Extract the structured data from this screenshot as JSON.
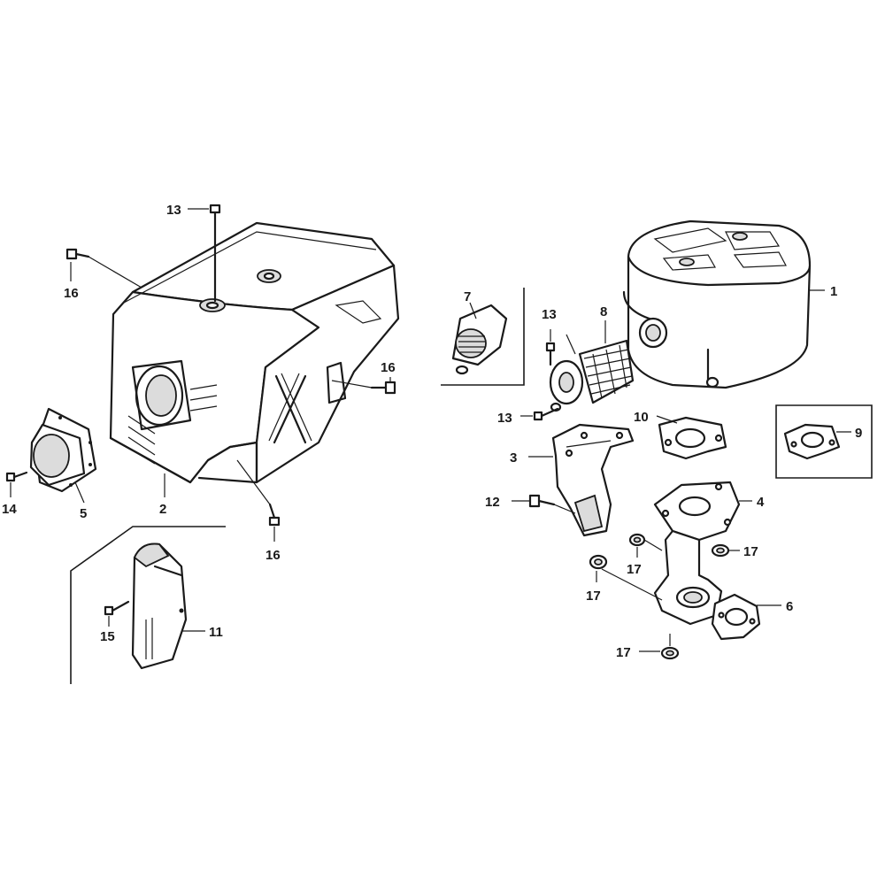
{
  "callouts": {
    "c1": "1",
    "c2": "2",
    "c3": "3",
    "c4": "4",
    "c5": "5",
    "c6": "6",
    "c7": "7",
    "c8": "8",
    "c9": "9",
    "c10": "10",
    "c11": "11",
    "c12": "12",
    "c13_top": "13",
    "c13_screw_a": "13",
    "c13_screw_b": "13",
    "c14": "14",
    "c15": "15",
    "c16_left": "16",
    "c16_right": "16",
    "c16_bottom": "16",
    "c17_a": "17",
    "c17_b": "17",
    "c17_c": "17",
    "c17_d": "17"
  }
}
